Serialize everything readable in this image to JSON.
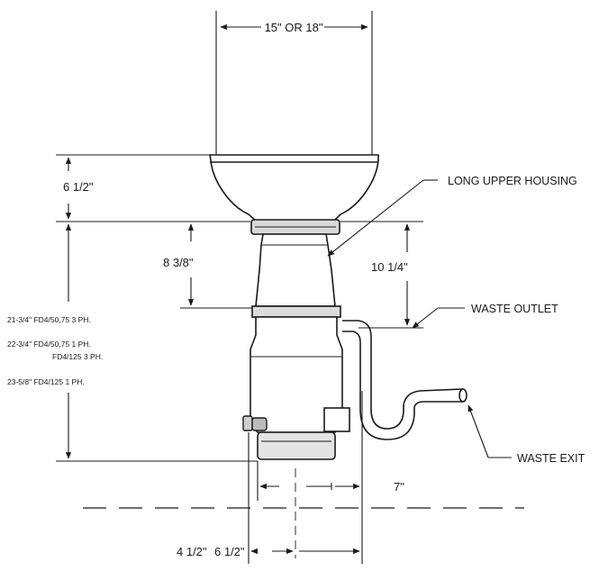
{
  "dimensions": {
    "top_width": "15\" OR 18\"",
    "bowl_height": "6 1/2\"",
    "upper_housing": "8 3/8\"",
    "to_outlet": "10 1/4\"",
    "outlet_offset": "7\"",
    "bottom_left": "4 1/2\"",
    "bottom_right": "6 1/2\""
  },
  "callouts": {
    "long_upper_housing": "LONG UPPER HOUSING",
    "waste_outlet": "WASTE OUTLET",
    "waste_exit": "WASTE EXIT"
  },
  "height_notes": {
    "line1": "21-3/4\" FD4/50,75 3 PH.",
    "line2a": "22-3/4\" FD4/50,75 1 PH.",
    "line2b": "FD4/125 3 PH.",
    "line3": "23-5/8\" FD4/125 1 PH."
  }
}
